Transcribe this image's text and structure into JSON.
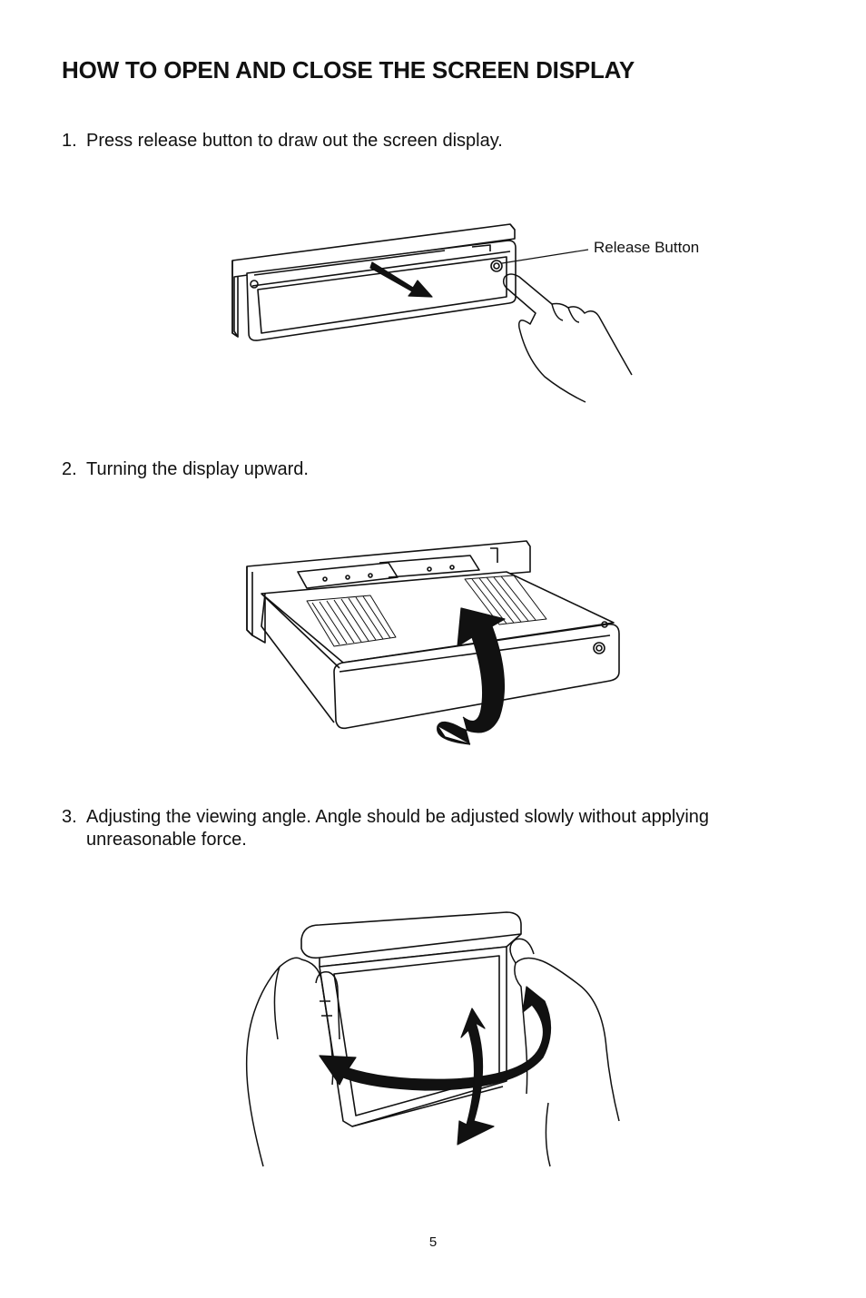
{
  "heading": "HOW TO OPEN AND CLOSE THE SCREEN DISPLAY",
  "steps": [
    {
      "number": "1.",
      "text": "Press release button to draw out the screen display."
    },
    {
      "number": "2.",
      "text": "Turning the display upward."
    },
    {
      "number": "3.",
      "text": "Adjusting the viewing angle.  Angle should be adjusted slowly without applying unreasonable force."
    }
  ],
  "figure1": {
    "callout_label": "Release Button"
  },
  "page_number": "5"
}
